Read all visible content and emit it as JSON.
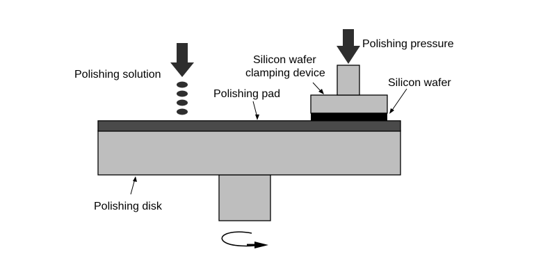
{
  "labels": {
    "polishing_solution": "Polishing solution",
    "polishing_pad": "Polishing pad",
    "clamping_line1": "Silicon wafer",
    "clamping_line2": "clamping device",
    "polishing_pressure": "Polishing pressure",
    "silicon_wafer": "Silicon wafer",
    "polishing_disk": "Polishing disk"
  },
  "colors": {
    "disk_fill": "#bebebe",
    "pad_fill": "#4a4a4a",
    "wafer_fill": "#000000",
    "arrow_fill": "#2e2e2e",
    "outline": "#000000"
  },
  "icons": {
    "solution_arrow": "down-arrow-icon",
    "pressure_arrow": "down-arrow-icon",
    "rotation": "rotation-arrow-icon"
  }
}
